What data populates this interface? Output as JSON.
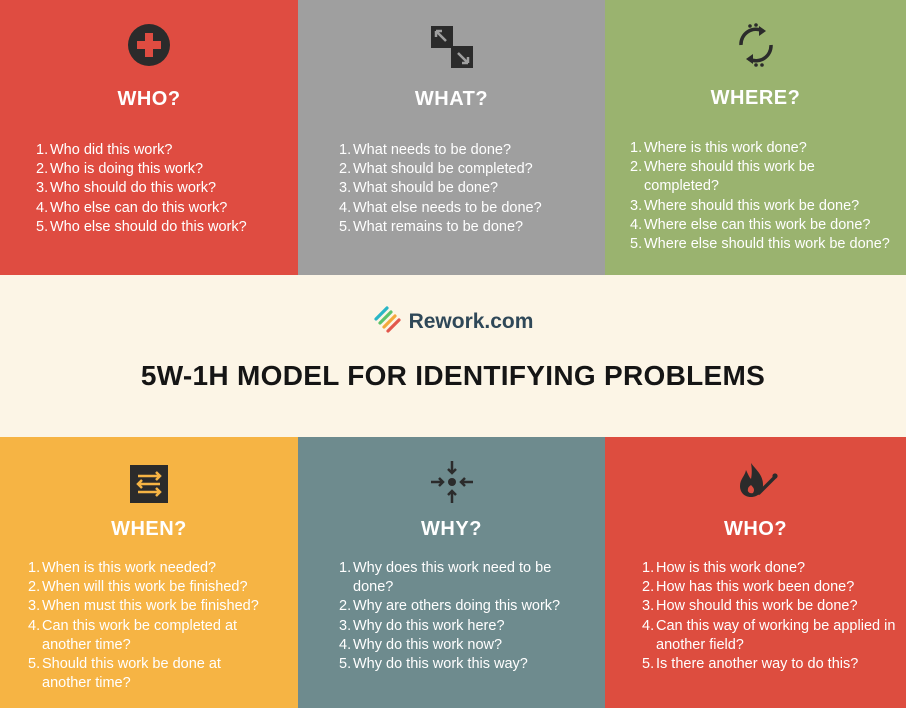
{
  "colors": {
    "who_top": "#df4c41",
    "what": "#9f9f9f",
    "where": "#9ab36f",
    "banner": "#fcf5e6",
    "when": "#f6b444",
    "why": "#6e8b8e",
    "who_bottom": "#dd4d3f",
    "title_text": "#151515",
    "brand_text": "#2f4858"
  },
  "banner": {
    "brand": "Rework.com",
    "brand_icon": "rework-logo-icon",
    "title": "5W-1H MODEL FOR IDENTIFYING PROBLEMS"
  },
  "panels": {
    "who_top": {
      "icon": "plus-circle-icon",
      "heading": "WHO?",
      "items": [
        {
          "num": "1.",
          "text": "Who did this work?"
        },
        {
          "num": "2.",
          "text": "Who is doing this work?"
        },
        {
          "num": "3.",
          "text": "Who should do this work?"
        },
        {
          "num": "4.",
          "text": "Who else can do this work?"
        },
        {
          "num": "5.",
          "text": "Who else should do this work?"
        }
      ]
    },
    "what": {
      "icon": "expand-arrows-icon",
      "heading": "WHAT?",
      "items": [
        {
          "num": "1.",
          "text": "What needs to be done?"
        },
        {
          "num": "2.",
          "text": "What should be completed?"
        },
        {
          "num": "3.",
          "text": "What should be done?"
        },
        {
          "num": "4.",
          "text": "What else needs to be done?"
        },
        {
          "num": "5.",
          "text": "What remains to be done?"
        }
      ]
    },
    "where": {
      "icon": "refresh-cycle-icon",
      "heading": "WHERE?",
      "items": [
        {
          "num": "1.",
          "text": "Where is this work done?"
        },
        {
          "num": "2.",
          "text": "Where should this work be completed?"
        },
        {
          "num": "3.",
          "text": "Where should this work be done?"
        },
        {
          "num": "4.",
          "text": "Where else can this work be done?"
        },
        {
          "num": "5.",
          "text": "Where else should this work be done?"
        }
      ]
    },
    "when": {
      "icon": "swap-arrows-icon",
      "heading": "WHEN?",
      "items": [
        {
          "num": "1.",
          "text": "When is this work needed?"
        },
        {
          "num": "2.",
          "text": "When will this work be finished?"
        },
        {
          "num": "3.",
          "text": "When must this work be finished?"
        },
        {
          "num": "4.",
          "text": "Can this work be completed at another time?"
        },
        {
          "num": "5.",
          "text": "Should this work be done at another time?"
        }
      ]
    },
    "why": {
      "icon": "converge-arrows-icon",
      "heading": "WHY?",
      "items": [
        {
          "num": "1.",
          "text": "Why does this work need to be done?"
        },
        {
          "num": "2.",
          "text": "Why are others doing this work?"
        },
        {
          "num": "3.",
          "text": "Why do this work here?"
        },
        {
          "num": "4.",
          "text": "Why do this work now?"
        },
        {
          "num": "5.",
          "text": "Why do this work this way?"
        }
      ]
    },
    "who_bottom": {
      "icon": "match-flame-icon",
      "heading": "WHO?",
      "items": [
        {
          "num": "1.",
          "text": "How is this work done?"
        },
        {
          "num": "2.",
          "text": "How has this work been done?"
        },
        {
          "num": "3.",
          "text": "How should this work be done?"
        },
        {
          "num": "4.",
          "text": "Can this way of working be applied in another field?"
        },
        {
          "num": "5.",
          "text": "Is there another way to do this?"
        }
      ]
    }
  }
}
